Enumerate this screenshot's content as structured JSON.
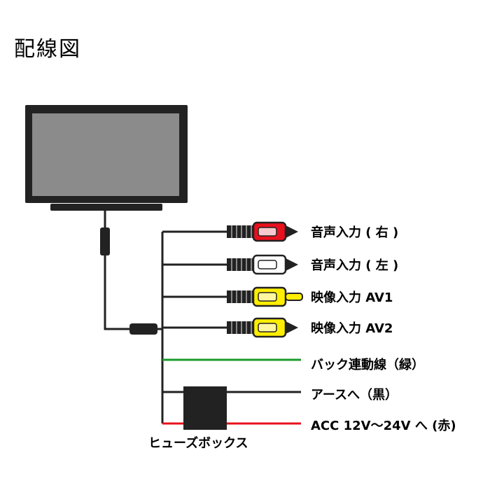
{
  "title": "配線図",
  "colors": {
    "red_plug": "#e8101c",
    "white_plug": "#ffffff",
    "yellow_plug": "#ffee00",
    "green_wire": "#1a9a2a",
    "red_wire": "#e8101c",
    "black": "#222222",
    "monitor_screen": "#8b8b8b"
  },
  "connectors": [
    {
      "label": "音声入力 ( 右 )",
      "color": "red"
    },
    {
      "label": "音声入力 ( 左 )",
      "color": "white"
    },
    {
      "label": "映像入力 AV1",
      "color": "yellow"
    },
    {
      "label": "映像入力 AV2",
      "color": "yellow"
    }
  ],
  "wires": [
    {
      "label": "バック連動線（緑）",
      "color": "green"
    },
    {
      "label": "アースへ（黒）",
      "color": "black"
    },
    {
      "label": "ACC 12V～24V へ (赤)",
      "color": "red"
    }
  ],
  "fuse_box_label": "ヒューズボックス"
}
